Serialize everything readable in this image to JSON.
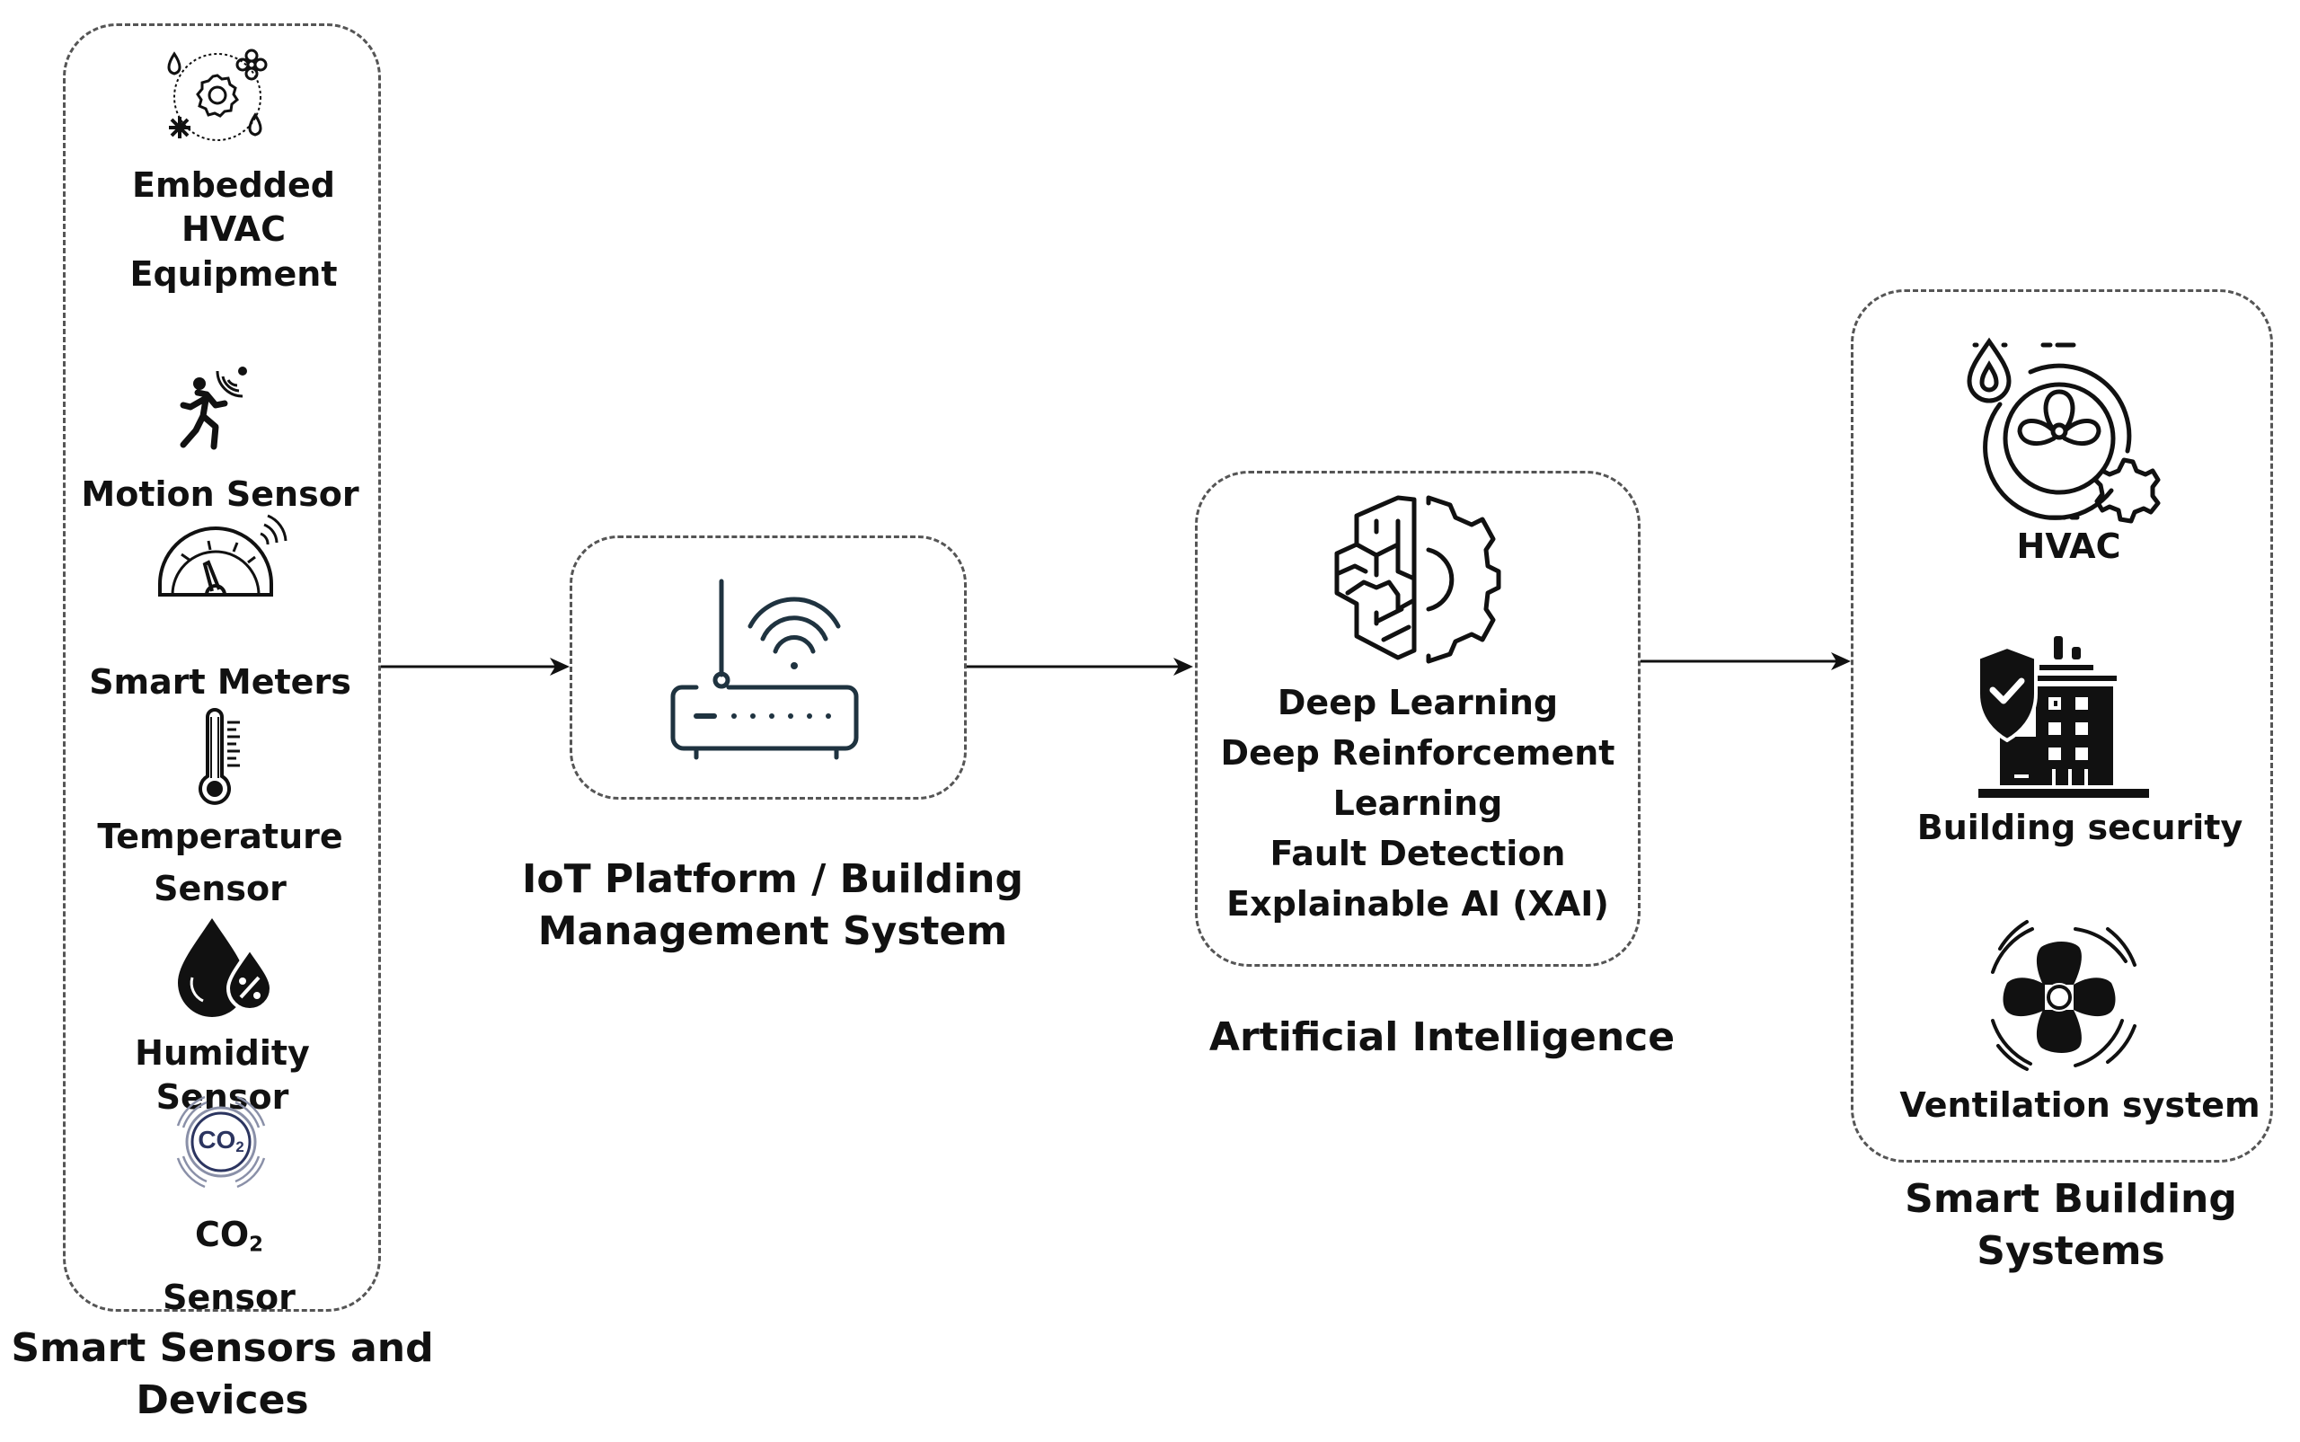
{
  "diagram": {
    "type": "flow",
    "direction": "left-to-right",
    "stages": [
      {
        "id": "sensors",
        "title": "Smart Sensors and Devices",
        "items": [
          {
            "label": "Embedded HVAC Equipment",
            "icon": "hvac-equipment-icon"
          },
          {
            "label": "Motion Sensor",
            "icon": "motion-sensor-icon"
          },
          {
            "label": "Smart Meters",
            "icon": "smart-meter-icon"
          },
          {
            "label": "Temperature Sensor",
            "icon": "thermometer-icon"
          },
          {
            "label": "Humidity Sensor",
            "icon": "humidity-icon"
          },
          {
            "label": "CO₂ Sensor",
            "icon": "co2-icon"
          }
        ]
      },
      {
        "id": "iot",
        "title": "IoT Platform / Building Management System",
        "icon": "router-icon"
      },
      {
        "id": "ai",
        "title": "Artificial Intelligence",
        "icon": "brain-gear-icon",
        "methods": [
          "Deep Learning",
          "Deep Reinforcement Learning",
          "Fault Detection",
          "Explainable AI (XAI)"
        ]
      },
      {
        "id": "systems",
        "title": "Smart Building Systems",
        "items": [
          {
            "label": "HVAC",
            "icon": "hvac-fan-icon"
          },
          {
            "label": "Building security",
            "icon": "building-security-icon"
          },
          {
            "label": "Ventilation system",
            "icon": "ventilation-fan-icon"
          }
        ]
      }
    ],
    "edges": [
      {
        "from": "sensors",
        "to": "iot"
      },
      {
        "from": "iot",
        "to": "ai"
      },
      {
        "from": "ai",
        "to": "systems"
      }
    ]
  },
  "text": {
    "sensors": {
      "title_line1": "Smart Sensors and",
      "title_line2": "Devices",
      "hvac_line1": "Embedded",
      "hvac_line2": "HVAC",
      "hvac_line3": "Equipment",
      "motion": "Motion Sensor",
      "meters": "Smart Meters",
      "temp_line1": "Temperature",
      "temp_line2": "Sensor",
      "humidity": "Humidity Sensor",
      "co2_line1_main": "CO",
      "co2_line1_sub": "2",
      "co2_line2": "Sensor",
      "co2_icon_main": "CO",
      "co2_icon_sub": "2"
    },
    "iot": {
      "title_line1": "IoT Platform / Building",
      "title_line2": "Management System"
    },
    "ai": {
      "title": "Artificial Intelligence",
      "line1": "Deep Learning",
      "line2": "Deep Reinforcement",
      "line3": "Learning",
      "line4": "Fault Detection",
      "line5": "Explainable AI (XAI)"
    },
    "systems": {
      "title_line1": "Smart Building",
      "title_line2": "Systems",
      "hvac": "HVAC",
      "security": "Building security",
      "ventilation": "Ventilation system"
    }
  },
  "colors": {
    "ink": "#111111",
    "border": "#555555",
    "router": "#1f3340",
    "co2": "#2c3560",
    "co2_rings": "#8a90a8"
  }
}
